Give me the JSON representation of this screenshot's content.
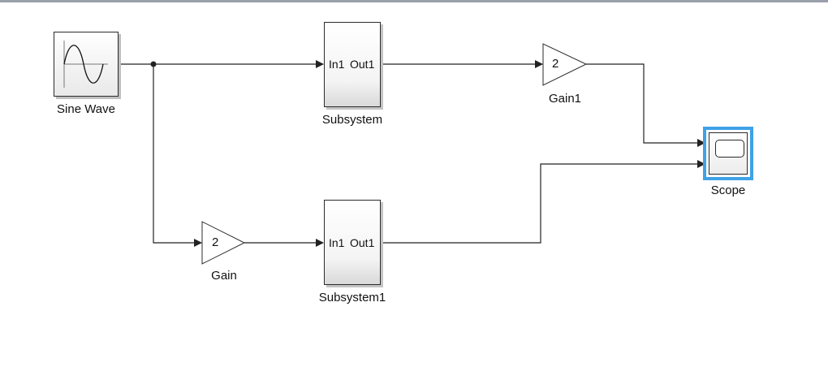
{
  "diagram": {
    "blocks": {
      "sine": {
        "label": "Sine Wave"
      },
      "subsystem": {
        "label": "Subsystem",
        "in_port": "In1",
        "out_port": "Out1"
      },
      "subsystem1": {
        "label": "Subsystem1",
        "in_port": "In1",
        "out_port": "Out1"
      },
      "gain": {
        "label": "Gain",
        "value": "2"
      },
      "gain1": {
        "label": "Gain1",
        "value": "2"
      },
      "scope": {
        "label": "Scope"
      }
    }
  },
  "colors": {
    "selection": "#3ea2e6",
    "wire": "#222222",
    "window_border": "#9aa0ab"
  }
}
